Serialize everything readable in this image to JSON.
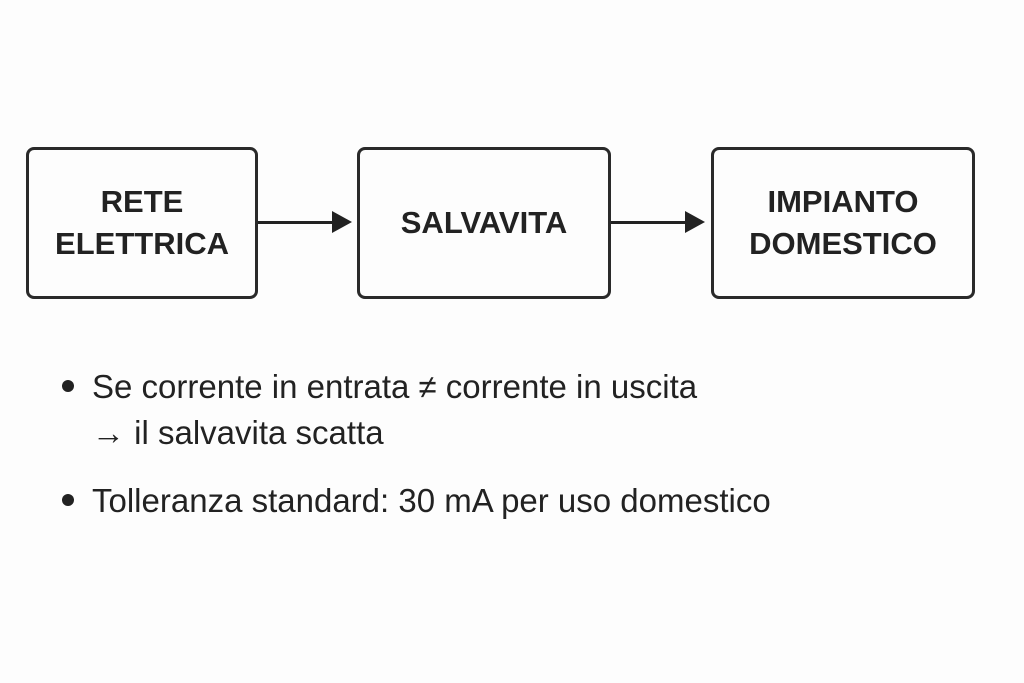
{
  "boxes": [
    {
      "line1": "RETE",
      "line2": "ELETTRICA"
    },
    {
      "line1": "SALVAVITA"
    },
    {
      "line1": "IMPIANTO",
      "line2": "DOMESTICO"
    }
  ],
  "bullets": [
    {
      "line1": "Se corrente in entrata ≠ corrente in uscita",
      "line2": "→ il salvavita scatta"
    },
    {
      "line1": "Tolleranza standard: 30 mA per uso domestico"
    }
  ]
}
